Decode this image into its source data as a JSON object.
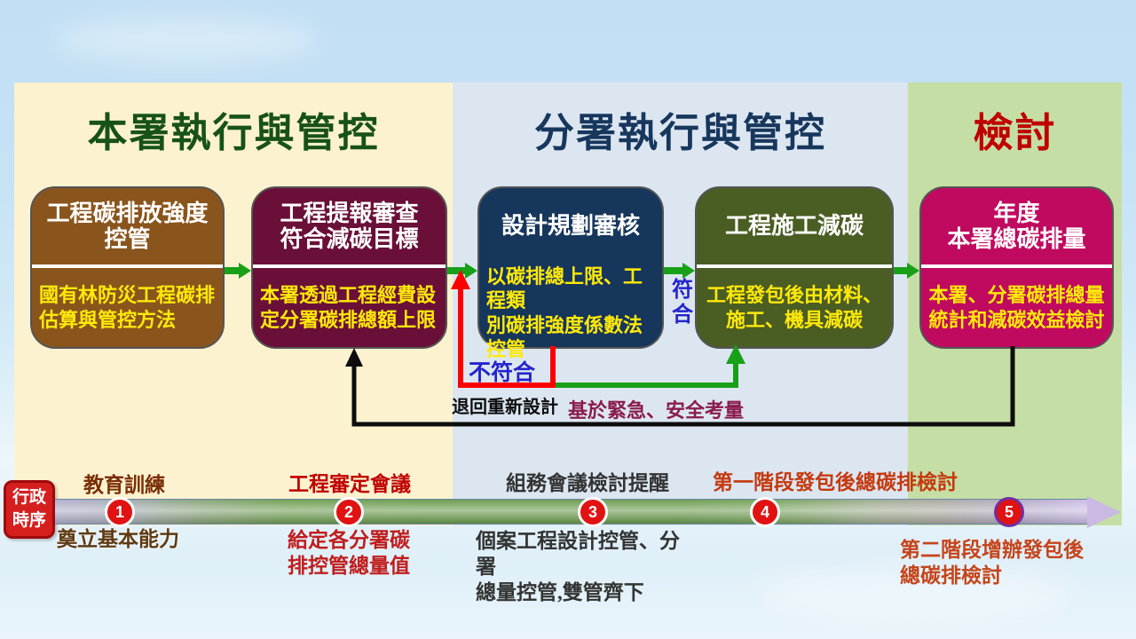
{
  "panels": {
    "hq": {
      "header": "本署執行與管控"
    },
    "branch": {
      "header": "分署執行與管控"
    },
    "review": {
      "header": "檢討"
    }
  },
  "flow": {
    "boxes": [
      {
        "title_line1": "工程碳排放強度",
        "title_line2": "控管",
        "body_line1": "國有林防災工程碳排",
        "body_line2": "估算與管控方法",
        "fill": "#8a551c"
      },
      {
        "title_line1": "工程提報審查",
        "title_line2": "符合減碳目標",
        "body_line1": "本署透過工程經費設",
        "body_line2": "定分署碳排總額上限",
        "fill": "#6a1038"
      },
      {
        "title_line1": "設計規劃審核",
        "title_line2": "",
        "body_line1": "以碳排總上限、工程類",
        "body_line2": "別碳排強度係數法控管",
        "fill": "#16365c"
      },
      {
        "title_line1": "工程施工減碳",
        "title_line2": "",
        "body_line1": "工程發包後由材料、",
        "body_line2": "施工、機具減碳",
        "fill": "#4a5d23"
      },
      {
        "title_line1": "年度",
        "title_line2": "本署總碳排量",
        "body_line1": "本署、分署碳排總量",
        "body_line2": "統計和減碳效益檢討",
        "fill": "#c00a5f"
      }
    ]
  },
  "connectors": {
    "pass_label": "符合",
    "fail_label": "不符合",
    "fail_note": "退回重新設計",
    "bypass_note": "基於緊急、安全考量"
  },
  "timeline": {
    "axis_label_line1": "行政",
    "axis_label_line2": "時序",
    "milestones": [
      {
        "num": "1",
        "above": "教育訓練",
        "below_line1": "奠立基本能力",
        "below_line2": ""
      },
      {
        "num": "2",
        "above": "工程審定會議",
        "below_line1": "給定各分署碳",
        "below_line2": "排控管總量值"
      },
      {
        "num": "3",
        "above": "組務會議檢討提醒",
        "below_line1": "個案工程設計控管、分署",
        "below_line2": "總量控管,雙管齊下"
      },
      {
        "num": "4",
        "above": "第一階段發包後總碳排檢討",
        "below_line1": "",
        "below_line2": ""
      },
      {
        "num": "5",
        "above": "",
        "below_line1": "第二階段增辦發包後",
        "below_line2": "總碳排檢討"
      }
    ]
  },
  "colors": {
    "sky": "#cde7f7",
    "panel_hq_bg": "#fdf2cf",
    "panel_branch_bg": "#dce6f1",
    "panel_review_bg": "#c5dea5",
    "header_hq": "#175218",
    "header_branch": "#17375d",
    "header_review": "#c00000",
    "box_body_text": "#ffe90a",
    "arrow_green": "#18a018",
    "arrow_red": "#ff0000",
    "arrow_black": "#0d0d0d",
    "pass_fail_blue": "#2424cc",
    "bypass_maroon": "#8a1c4c",
    "milestone_red": "#e11212",
    "milestone5_ring": "#7030a0",
    "admin_box_bg": "#d51f1f",
    "timeline_green": "#67984a",
    "timeline_purple": "#c9b9e3"
  }
}
